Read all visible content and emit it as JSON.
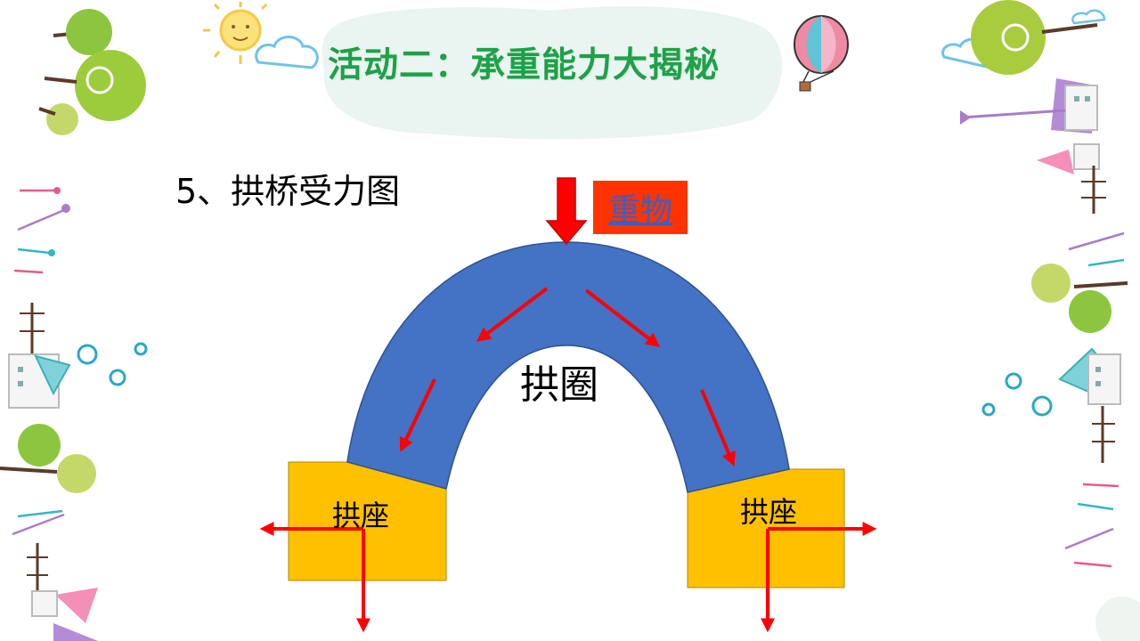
{
  "page_title": "活动二：承重能力大揭秘",
  "section_heading": "5、拱桥受力图",
  "diagram": {
    "weight_label": "重物",
    "arch_label": "拱圈",
    "left_abutment_label": "拱座",
    "right_abutment_label": "拱座"
  },
  "colors": {
    "title_green": "#1fa04a",
    "arch_blue": "#4472c4",
    "abutment_yellow": "#ffc000",
    "force_arrow_red": "#ff0000",
    "weight_box_red": "#ff3300",
    "weight_text_blue": "#3d5fbf"
  },
  "decorations": [
    "sun-icon",
    "cloud-icon",
    "hot-air-balloon-icon",
    "tree-icon",
    "house-icon",
    "heart-flower-icon"
  ]
}
